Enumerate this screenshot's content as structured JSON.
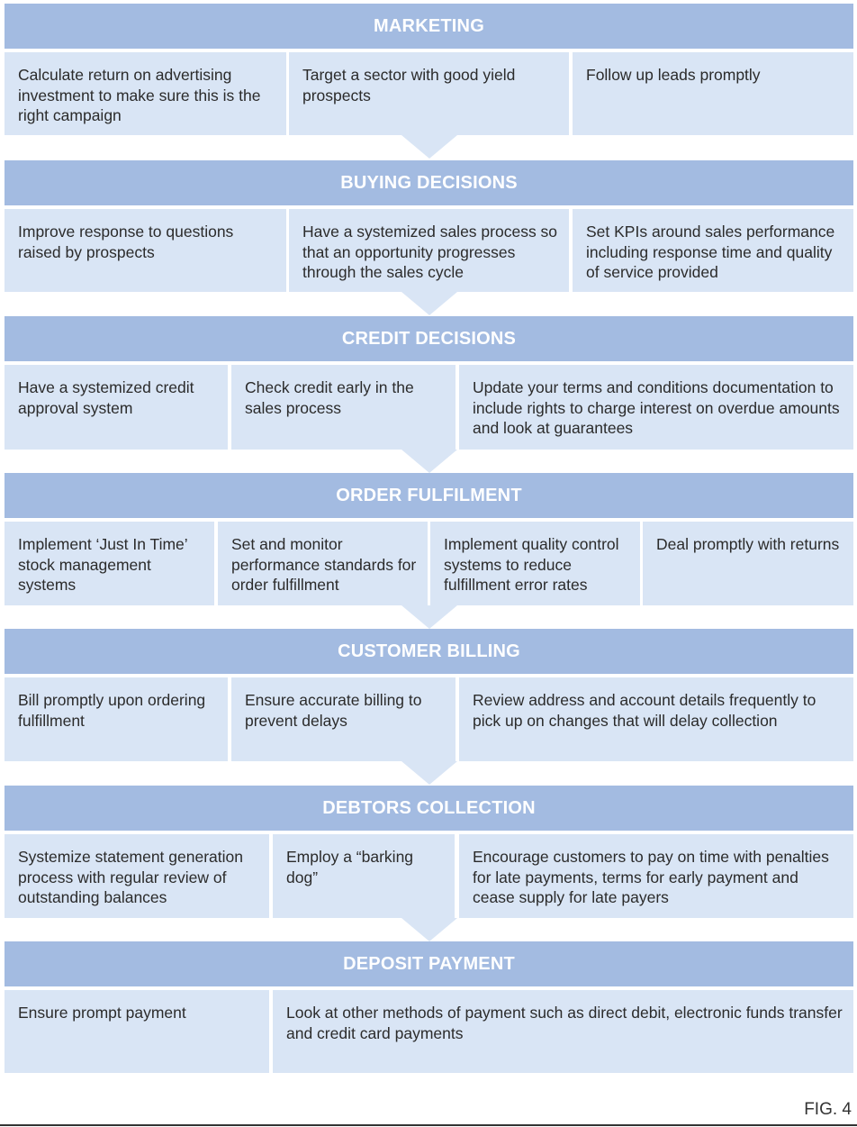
{
  "stages": [
    {
      "title": "MARKETING",
      "cells": [
        "Calculate return on advertising investment to make sure this is the right campaign",
        "Target a sector with good yield prospects",
        "Follow up leads promptly"
      ]
    },
    {
      "title": "BUYING DECISIONS",
      "cells": [
        "Improve response to questions raised by prospects",
        "Have a systemized sales process so that an opportunity progresses through the sales cycle",
        "Set KPIs around sales performance including response time and quality of service provided"
      ]
    },
    {
      "title": "CREDIT DECISIONS",
      "cells": [
        "Have a systemized credit approval system",
        "Check credit early in the sales process",
        "Update your terms and conditions documentation to include rights to charge interest on overdue amounts and look at guarantees"
      ]
    },
    {
      "title": "ORDER FULFILMENT",
      "cells": [
        "Implement ‘Just In Time’ stock management systems",
        "Set and monitor performance standards for order fulfillment",
        "Implement quality control systems to reduce fulfillment error rates",
        "Deal promptly with returns"
      ]
    },
    {
      "title": "CUSTOMER BILLING",
      "cells": [
        "Bill promptly upon ordering fulfillment",
        "Ensure accurate billing to prevent delays",
        "Review address and account details frequently to pick up on changes that will delay collection"
      ]
    },
    {
      "title": "DEBTORS COLLECTION",
      "cells": [
        "Systemize statement generation process with regular review of outstanding  balances",
        "Employ a “barking dog”",
        "Encourage customers to pay on time with penalties for late payments, terms for early payment and cease supply for late payers"
      ]
    },
    {
      "title": "DEPOSIT PAYMENT",
      "cells": [
        "Ensure prompt payment",
        "Look at other methods of payment such as direct debit, electronic funds transfer and credit card payments"
      ]
    }
  ],
  "figure_label": "FIG. 4"
}
